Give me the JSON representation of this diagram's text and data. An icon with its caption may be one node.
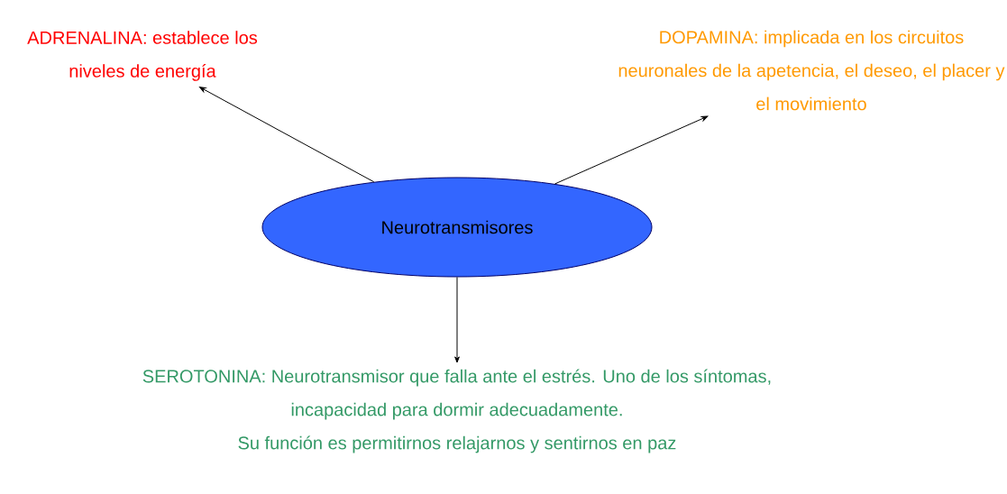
{
  "diagram": {
    "nodes": [
      {
        "text": [
          "Neurotransmisores"
        ]
      },
      {
        "text": [
          "ADRENALINA: establece los niveles de energía"
        ]
      },
      {
        "text": [
          "DOPAMINA: implicada en los circuitos neuronales de la apetencia, el deseo, el placer y el movimiento"
        ]
      },
      {
        "text": [
          "SEROTONINA: Neurotransmisor que falla ante el estrés. Uno de los síntomas, incapacidad para dormir adecuadamente.",
          "Su función es permitirnos relajarnos y sentirnos en paz"
        ]
      }
    ],
    "edges": [
      {
        "from": 0,
        "to": 1,
        "arrow": "to"
      },
      {
        "from": 0,
        "to": 2,
        "arrow": "to"
      },
      {
        "from": 0,
        "to": 3,
        "arrow": "to"
      }
    ]
  }
}
